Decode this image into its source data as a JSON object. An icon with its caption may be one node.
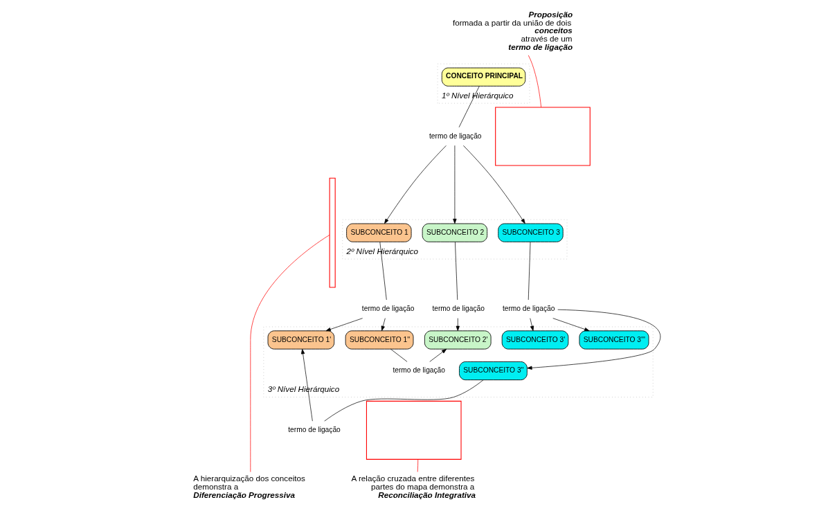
{
  "diagram": {
    "nodes": [
      {
        "text": [
          "1º Nível Hierárquico"
        ]
      },
      {
        "text": [
          "CONCEITO PRINCIPAL"
        ],
        "in": 0
      },
      {
        "text": [
          "termo de ligação"
        ]
      },
      {
        "text": [
          "2º Nível Hierárquico"
        ]
      },
      {
        "text": [
          "SUBCONCEITO 1"
        ],
        "in": 3
      },
      {
        "text": [
          "SUBCONCEITO 2"
        ],
        "in": 3
      },
      {
        "text": [
          "SUBCONCEITO 3"
        ],
        "in": 3
      },
      {
        "text": [
          "termo de ligação"
        ]
      },
      {
        "text": [
          "termo de ligação"
        ]
      },
      {
        "text": [
          "termo de ligação"
        ]
      },
      {
        "text": [
          "3º Nível Hierárquico"
        ]
      },
      {
        "text": [
          "SUBCONCEITO 1'"
        ],
        "in": 10
      },
      {
        "text": [
          "SUBCONCEITO 1''"
        ],
        "in": 10
      },
      {
        "text": [
          "SUBCONCEITO 2'"
        ],
        "in": 10
      },
      {
        "text": [
          "SUBCONCEITO 3'"
        ],
        "in": 10
      },
      {
        "text": [
          "SUBCONCEITO 3'''"
        ],
        "in": 10
      },
      {
        "text": [
          "SUBCONCEITO 3''"
        ],
        "in": 10
      },
      {
        "text": [
          "termo de ligação"
        ],
        "in": 10
      },
      {
        "text": [
          "termo de ligação"
        ]
      },
      {
        "text": [
          "**Proposição** formada a partir da união de dois **conceitos** através de um **termo de ligação**"
        ]
      },
      {
        "text": [],
        "shape": "box"
      },
      {
        "text": [],
        "shape": "bracket"
      },
      {
        "text": [
          "A hierarquização dos conceitos demonstra a **Diferenciação Progressiva**"
        ]
      },
      {
        "text": [],
        "shape": "box"
      },
      {
        "text": [
          "A relação cruzada entre diferentes partes do mapa demonstra a **Reconciliação Integrativa**"
        ]
      }
    ],
    "edges": [
      {
        "from": 1,
        "to": 2,
        "arrow": "none"
      },
      {
        "from": 2,
        "to": 4,
        "arrow": "to"
      },
      {
        "from": 2,
        "to": 5,
        "arrow": "to"
      },
      {
        "from": 2,
        "to": 6,
        "arrow": "to"
      },
      {
        "from": 4,
        "to": 7,
        "arrow": "none"
      },
      {
        "from": 7,
        "to": 11,
        "arrow": "to"
      },
      {
        "from": 7,
        "to": 12,
        "arrow": "to"
      },
      {
        "from": 5,
        "to": 8,
        "arrow": "none"
      },
      {
        "from": 8,
        "to": 13,
        "arrow": "to"
      },
      {
        "from": 6,
        "to": 9,
        "arrow": "none"
      },
      {
        "from": 9,
        "to": 14,
        "arrow": "to"
      },
      {
        "from": 9,
        "to": 16,
        "arrow": "to"
      },
      {
        "from": 9,
        "to": 15,
        "arrow": "to"
      },
      {
        "from": 12,
        "to": 17,
        "arrow": "none"
      },
      {
        "from": 17,
        "to": 13,
        "arrow": "to"
      },
      {
        "from": 16,
        "to": 18,
        "arrow": "none"
      },
      {
        "from": 18,
        "to": 11,
        "arrow": "to"
      },
      {
        "from": 19,
        "to": 20,
        "arrow": "none",
        "color": "#ff0000"
      },
      {
        "from": 22,
        "to": 21,
        "arrow": "none",
        "color": "#ff0000"
      },
      {
        "from": 24,
        "to": 23,
        "arrow": "none",
        "color": "#ff0000"
      }
    ]
  }
}
